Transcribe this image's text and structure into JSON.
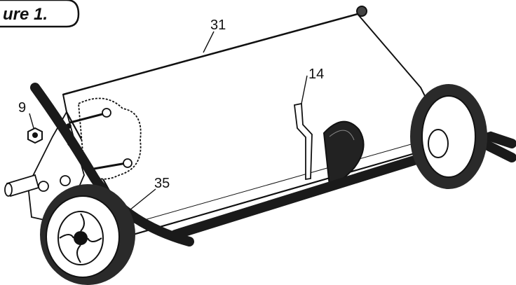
{
  "figure": {
    "title": "ure 1."
  },
  "callouts": {
    "c31": "31",
    "c14": "14",
    "c9": "9",
    "c35": "35"
  },
  "colors": {
    "ink": "#111111",
    "paper": "#ffffff",
    "tire": "#2a2a2a",
    "handle": "#1a1a1a"
  }
}
